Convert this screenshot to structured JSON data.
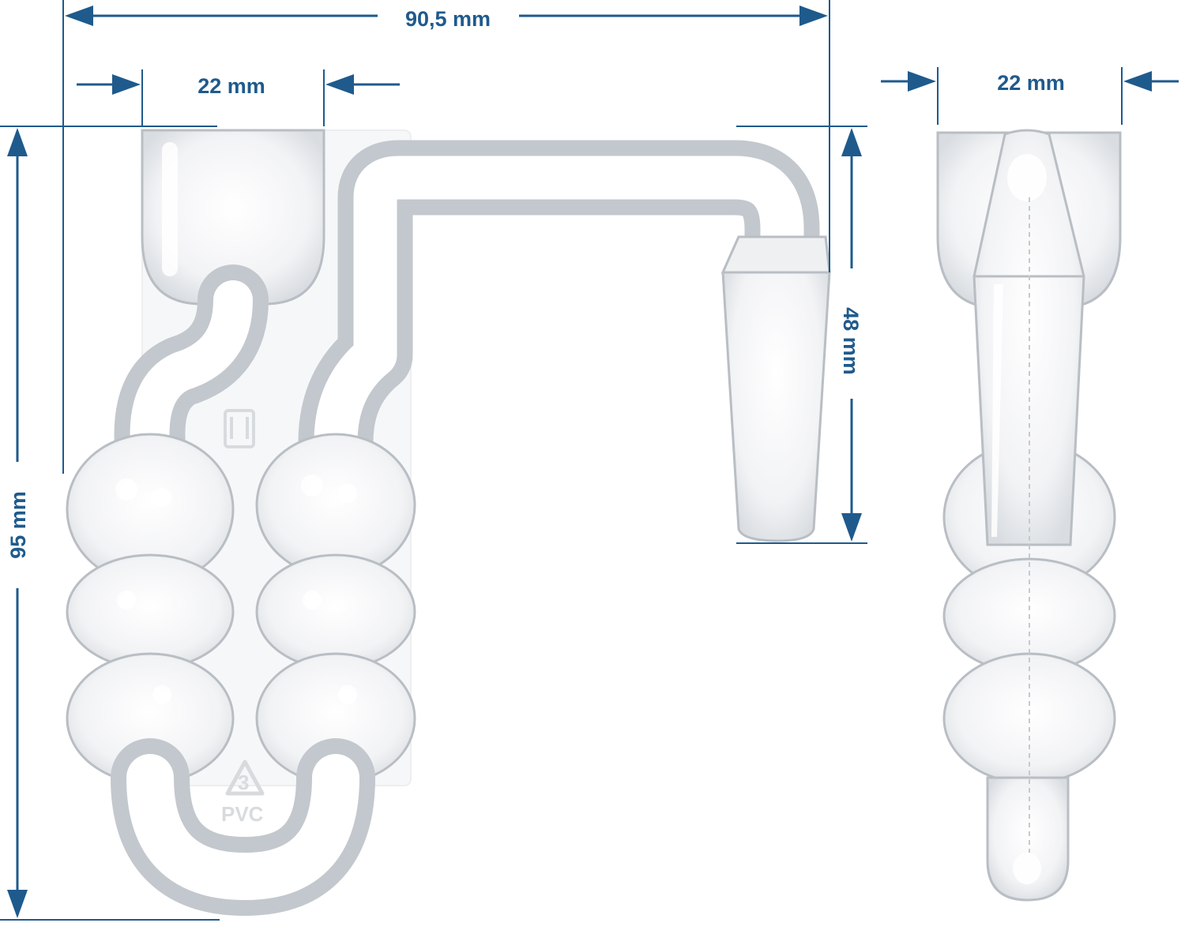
{
  "dimensions": {
    "total_width": "90,5 mm",
    "left_tube_width": "22 mm",
    "side_view_width": "22 mm",
    "spout_height": "48 mm",
    "total_height": "95 mm"
  },
  "material_stamp": "PVC",
  "colors": {
    "dimension": "#1f5a8c",
    "glass_edge": "#b9bec4",
    "background": "#ffffff"
  },
  "icons": [
    "recycling-icon",
    "cup-fork-icon"
  ]
}
